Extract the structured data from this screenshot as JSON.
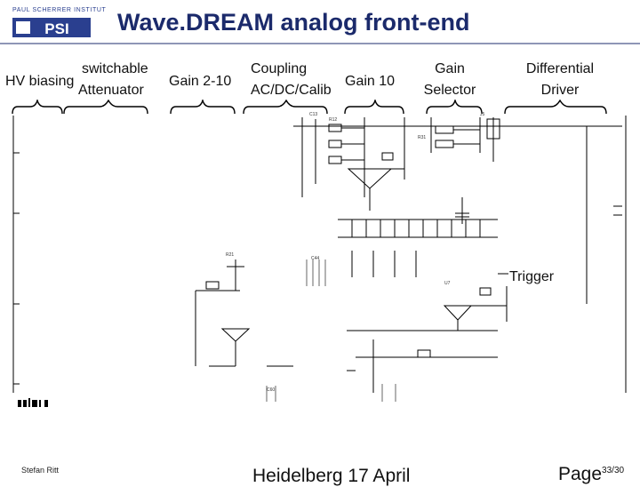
{
  "logo": {
    "institute_text": "PAUL SCHERRER INSTITUT",
    "mark_text": "PSI"
  },
  "title": "Wave.DREAM analog front-end",
  "stage_labels": {
    "hv_biasing": "HV biasing",
    "switchable": "switchable",
    "attenuator": "Attenuator",
    "gain_2_10": "Gain 2-10",
    "coupling": "Coupling",
    "coupling_modes": "AC/DC/Calib",
    "gain_10": "Gain 10",
    "gain": "Gain",
    "selector": "Selector",
    "differential": "Differential",
    "driver": "Driver",
    "trigger": "Trigger"
  },
  "footer": {
    "author": "Stefan Ritt",
    "place": "Heidelberg 17 April",
    "page_word": "Page",
    "page_number": "33/30"
  },
  "colors": {
    "title": "#1b2a6b",
    "logo": "#2a3f8f",
    "rule": "#8f96b6",
    "wire": "#000000"
  }
}
